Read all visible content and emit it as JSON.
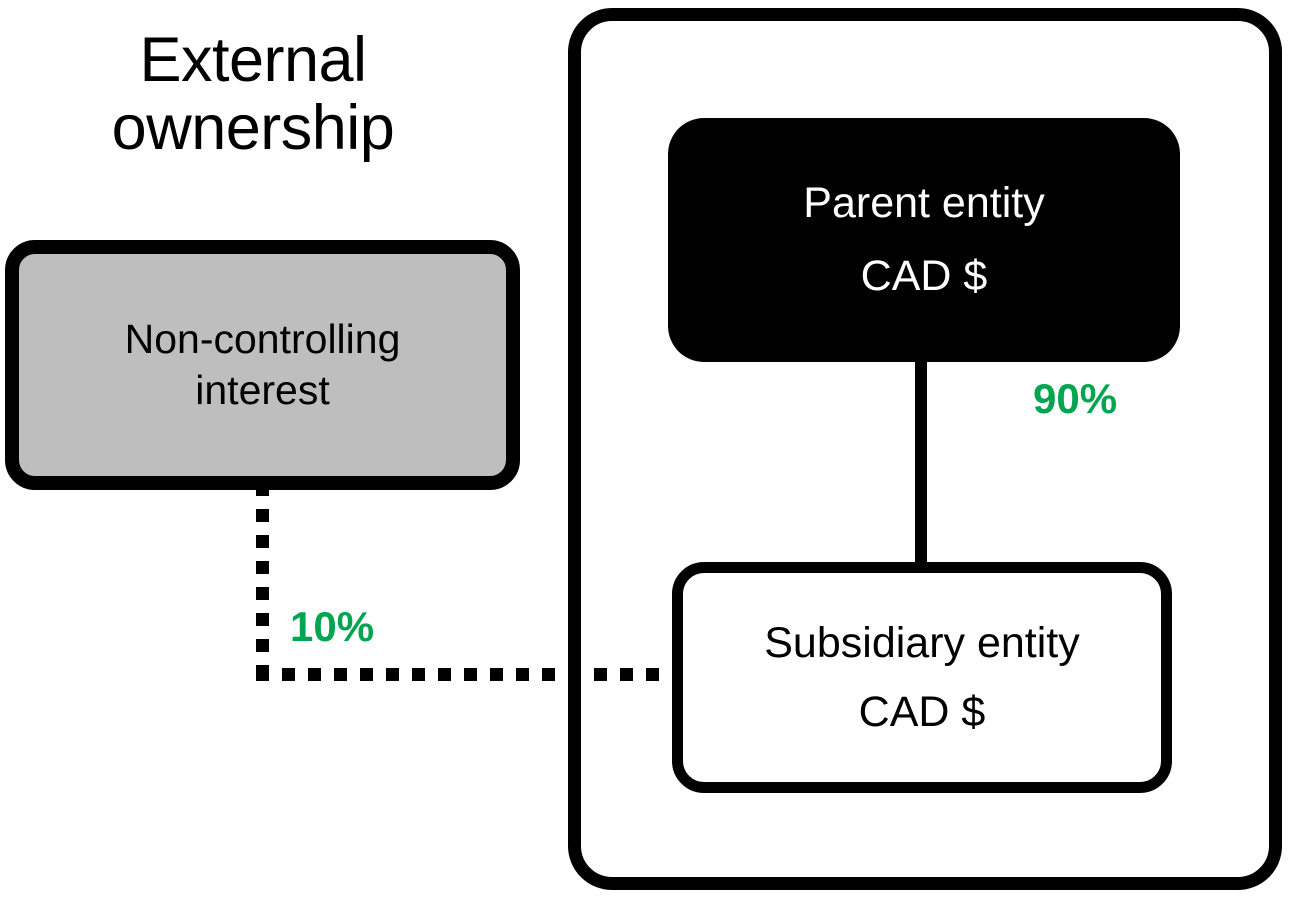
{
  "diagram": {
    "title": "External ownership",
    "external_section": {
      "heading": "External\nownership",
      "nci_box": {
        "label": "Non-controlling\ninterest",
        "fill_color": "#BEBEBE",
        "text_color": "#000000"
      }
    },
    "group_container": {
      "border_color": "#000000",
      "fill_color": "#FFFFFF"
    },
    "entities": {
      "parent": {
        "name": "Parent entity",
        "currency": "CAD $",
        "fill_color": "#000000",
        "text_color": "#FFFFFF"
      },
      "subsidiary": {
        "name": "Subsidiary entity",
        "currency": "CAD $",
        "fill_color": "#FFFFFF",
        "text_color": "#000000"
      }
    },
    "ownership": {
      "parent_stake": "90%",
      "nci_stake": "10%",
      "accent_color": "#00A550"
    },
    "connectors": {
      "parent_to_subsidiary_style": "solid",
      "nci_to_subsidiary_style": "dotted"
    }
  }
}
